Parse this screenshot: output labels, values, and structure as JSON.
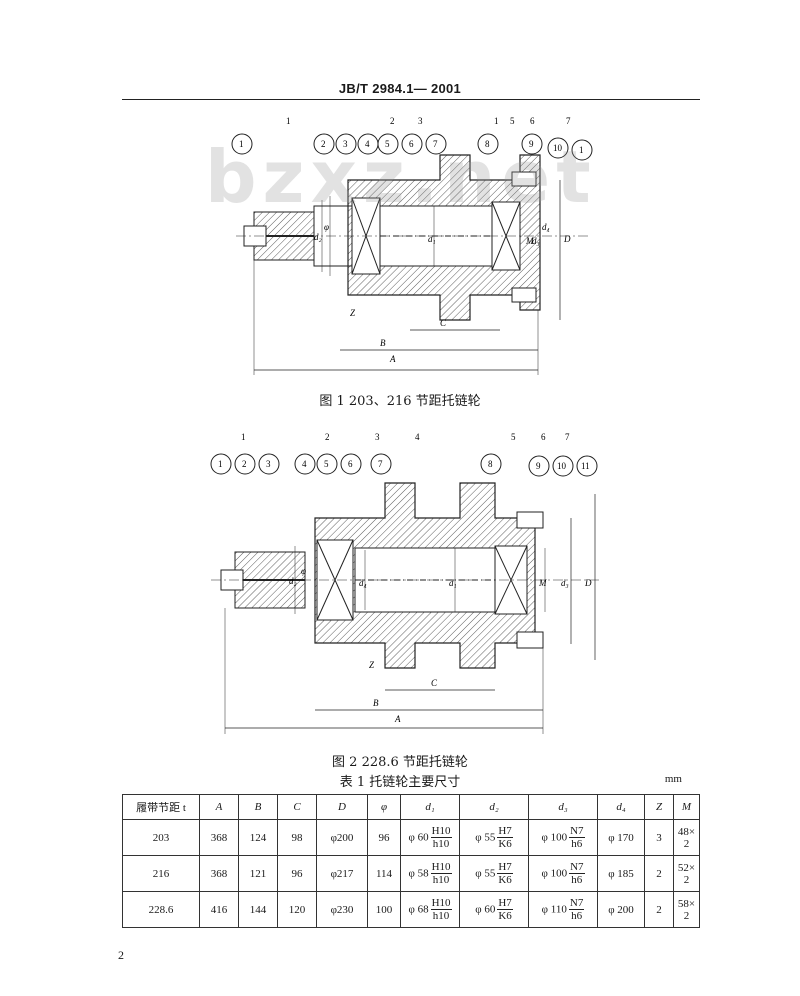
{
  "header": {
    "standard_code": "JB/T  2984.1— 2001"
  },
  "watermark": {
    "text": "bzxz.net"
  },
  "figure1": {
    "caption": "图 1    203、216 节距托链轮",
    "callouts": [
      "1",
      "2",
      "3",
      "4",
      "5",
      "6",
      "7",
      "8",
      "9",
      "10",
      "1"
    ],
    "part_labels": [
      "1",
      "2",
      "3",
      "1",
      "5",
      "6",
      "7"
    ],
    "dimension_labels": {
      "A": "A",
      "B": "B",
      "C": "C",
      "Z": "Z",
      "D": "D",
      "d1": "d₁",
      "d2": "d₂",
      "d3": "d₃",
      "d4": "d₄",
      "M": "M",
      "phi": "φ"
    }
  },
  "figure2": {
    "caption": "图 2    228.6 节距托链轮",
    "callouts": [
      "1",
      "2",
      "3",
      "4",
      "5",
      "6",
      "7",
      "8",
      "9",
      "10",
      "11"
    ],
    "part_labels": [
      "1",
      "2",
      "3",
      "4",
      "5",
      "6",
      "7"
    ],
    "dimension_labels": {
      "A": "A",
      "B": "B",
      "C": "C",
      "Z": "Z",
      "D": "D",
      "d1": "d₁",
      "d2": "d₂",
      "d3": "d₃",
      "d4": "d₄",
      "M": "M",
      "phi": "φ"
    }
  },
  "table": {
    "title": "表 1    托链轮主要尺寸",
    "unit": "mm",
    "headers": [
      "履带节距 t",
      "A",
      "B",
      "C",
      "D",
      "φ",
      "d₁",
      "d₂",
      "d₃",
      "d₄",
      "Z",
      "M"
    ],
    "rows": [
      {
        "t": "203",
        "A": "368",
        "B": "124",
        "C": "98",
        "D": "φ200",
        "phi": "96",
        "d1_base": "φ 60",
        "d1_num": "H10",
        "d1_den": "h10",
        "d2_base": "φ 55",
        "d2_num": "H7",
        "d2_den": "K6",
        "d3_base": "φ 100",
        "d3_num": "N7",
        "d3_den": "h6",
        "d4": "φ 170",
        "Z": "3",
        "M": "48× 2"
      },
      {
        "t": "216",
        "A": "368",
        "B": "121",
        "C": "96",
        "D": "φ217",
        "phi": "114",
        "d1_base": "φ 58",
        "d1_num": "H10",
        "d1_den": "h10",
        "d2_base": "φ 55",
        "d2_num": "H7",
        "d2_den": "K6",
        "d3_base": "φ 100",
        "d3_num": "N7",
        "d3_den": "h6",
        "d4": "φ 185",
        "Z": "2",
        "M": "52× 2"
      },
      {
        "t": "228.6",
        "A": "416",
        "B": "144",
        "C": "120",
        "D": "φ230",
        "phi": "100",
        "d1_base": "φ 68",
        "d1_num": "H10",
        "d1_den": "h10",
        "d2_base": "φ 60",
        "d2_num": "H7",
        "d2_den": "K6",
        "d3_base": "φ 110",
        "d3_num": "N7",
        "d3_den": "h6",
        "d4": "φ 200",
        "Z": "2",
        "M": "58× 2"
      }
    ]
  },
  "page_number": "2"
}
